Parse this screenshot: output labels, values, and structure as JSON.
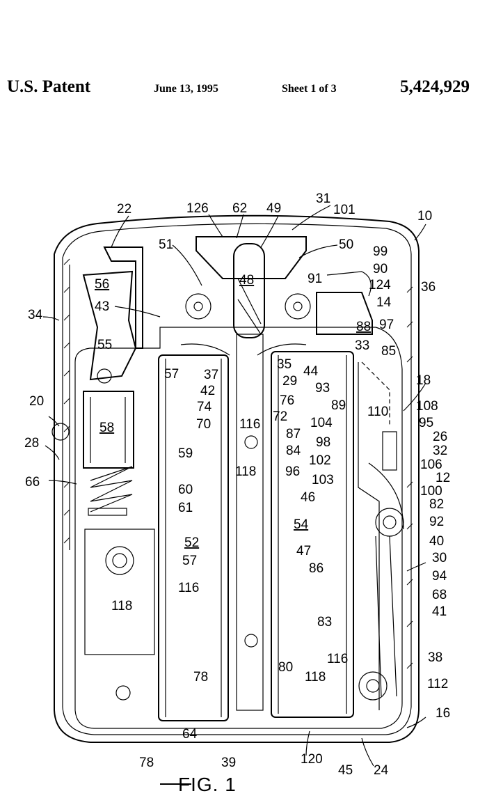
{
  "header": {
    "title": "U.S. Patent",
    "date": "June 13, 1995",
    "sheet": "Sheet 1 of 3",
    "patent_number": "5,424,929"
  },
  "figure": {
    "caption": "FIG. 1",
    "refs": {
      "r10": "10",
      "r12": "12",
      "r14": "14",
      "r16": "16",
      "r18": "18",
      "r20": "20",
      "r22": "22",
      "r24": "24",
      "r26": "26",
      "r28": "28",
      "r29": "29",
      "r30": "30",
      "r31": "31",
      "r32": "32",
      "r33": "33",
      "r34": "34",
      "r35": "35",
      "r36": "36",
      "r37": "37",
      "r38": "38",
      "r39": "39",
      "r40": "40",
      "r41": "41",
      "r42": "42",
      "r43": "43",
      "r44": "44",
      "r45": "45",
      "r46": "46",
      "r47": "47",
      "r48": "48",
      "r49": "49",
      "r50": "50",
      "r51": "51",
      "r52": "52",
      "r54": "54",
      "r55": "55",
      "r56": "56",
      "r57": "57",
      "r58": "58",
      "r59": "59",
      "r60": "60",
      "r61": "61",
      "r62": "62",
      "r64": "64",
      "r66": "66",
      "r68": "68",
      "r70": "70",
      "r72": "72",
      "r74": "74",
      "r76": "76",
      "r78": "78",
      "r80": "80",
      "r82": "82",
      "r83": "83",
      "r84": "84",
      "r85": "85",
      "r86": "86",
      "r87": "87",
      "r88": "88",
      "r89": "89",
      "r90": "90",
      "r91": "91",
      "r92": "92",
      "r93": "93",
      "r94": "94",
      "r95": "95",
      "r96": "96",
      "r97": "97",
      "r98": "98",
      "r99": "99",
      "r100": "100",
      "r101": "101",
      "r102": "102",
      "r103": "103",
      "r104": "104",
      "r106": "106",
      "r108": "108",
      "r110": "110",
      "r112": "112",
      "r116": "116",
      "r118": "118",
      "r120": "120",
      "r124": "124",
      "r126": "126"
    }
  }
}
